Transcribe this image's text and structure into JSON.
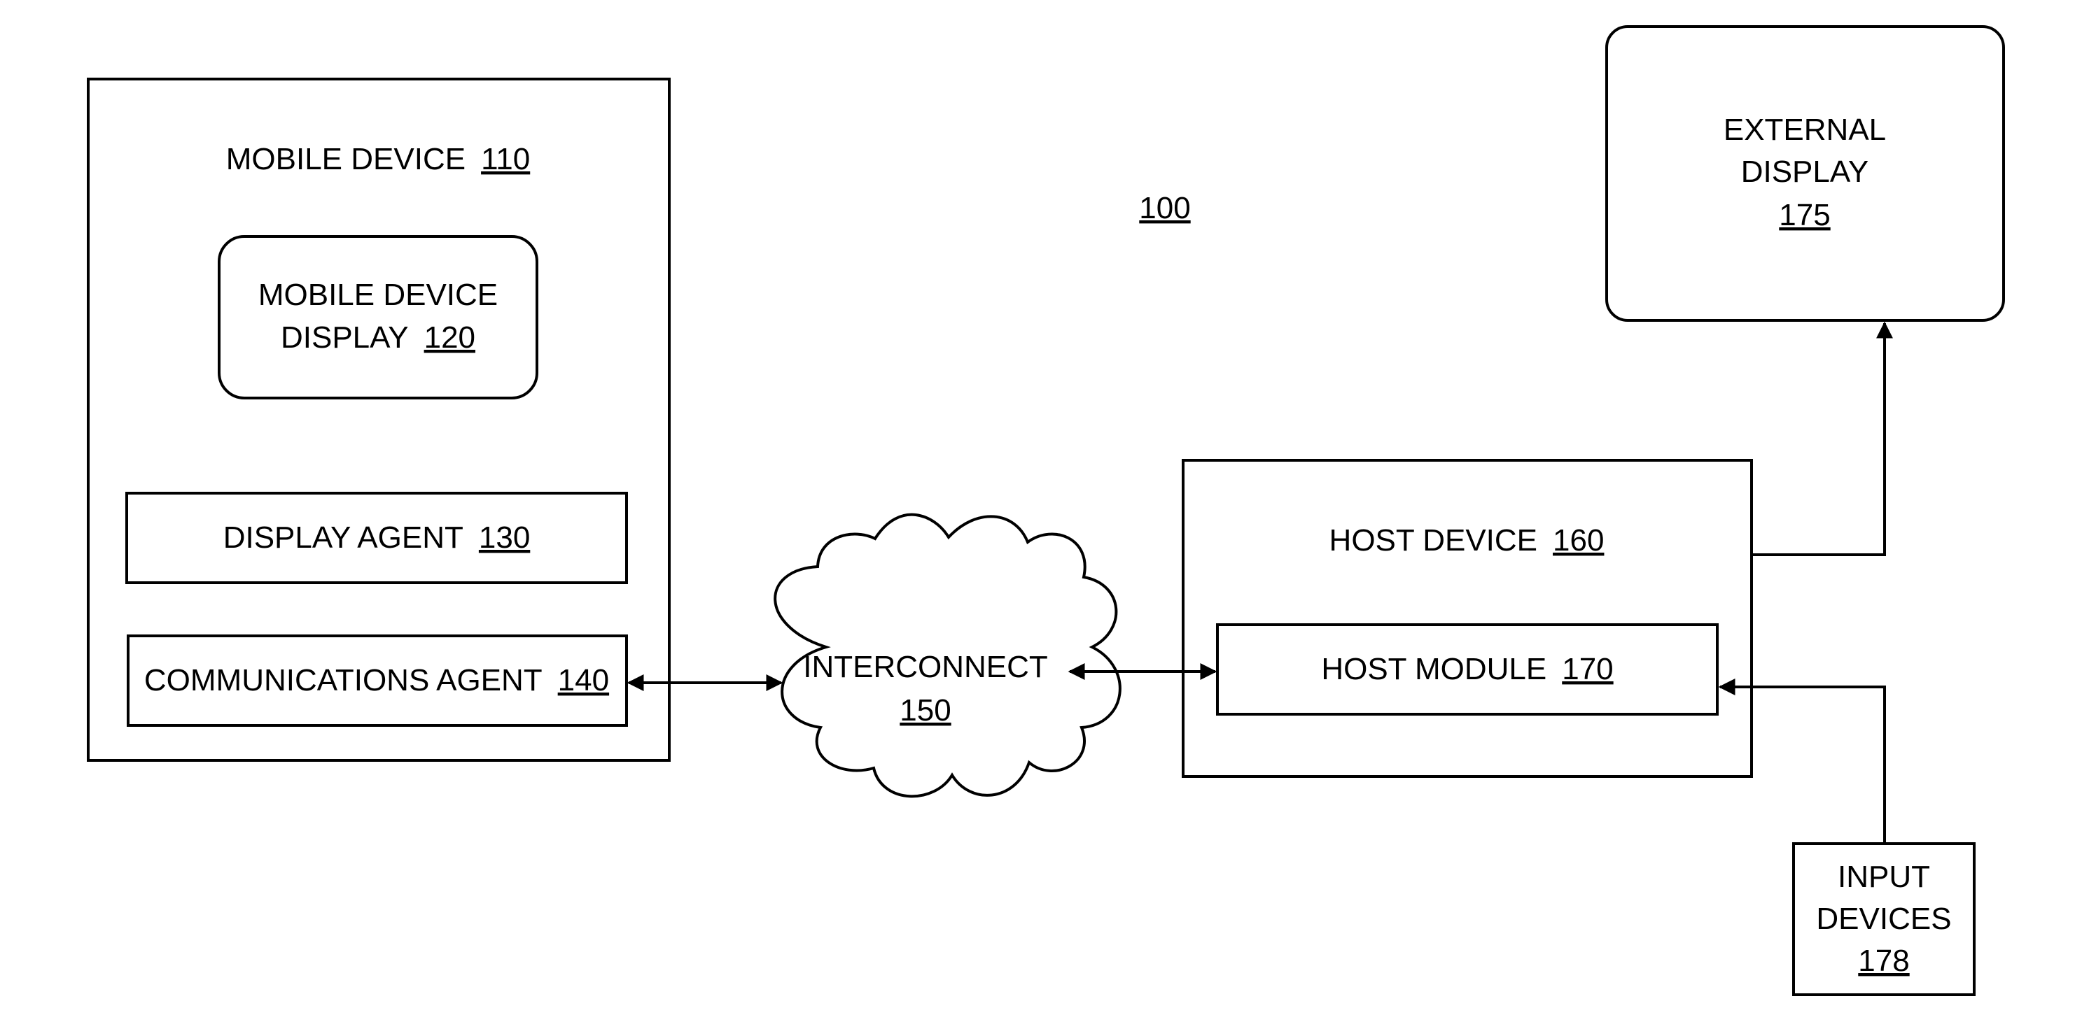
{
  "figure": {
    "ref": "100"
  },
  "mobile_device": {
    "label": "MOBILE DEVICE",
    "ref": "110"
  },
  "mobile_device_display": {
    "line1": "MOBILE DEVICE",
    "line2": "DISPLAY",
    "ref": "120"
  },
  "display_agent": {
    "label": "DISPLAY AGENT",
    "ref": "130"
  },
  "communications_agent": {
    "label": "COMMUNICATIONS AGENT",
    "ref": "140"
  },
  "interconnect": {
    "label": "INTERCONNECT",
    "ref": "150"
  },
  "host_device": {
    "label": "HOST DEVICE",
    "ref": "160"
  },
  "host_module": {
    "label": "HOST MODULE",
    "ref": "170"
  },
  "external_display": {
    "line1": "EXTERNAL",
    "line2": "DISPLAY",
    "ref": "175"
  },
  "input_devices": {
    "line1": "INPUT",
    "line2": "DEVICES",
    "ref": "178"
  }
}
